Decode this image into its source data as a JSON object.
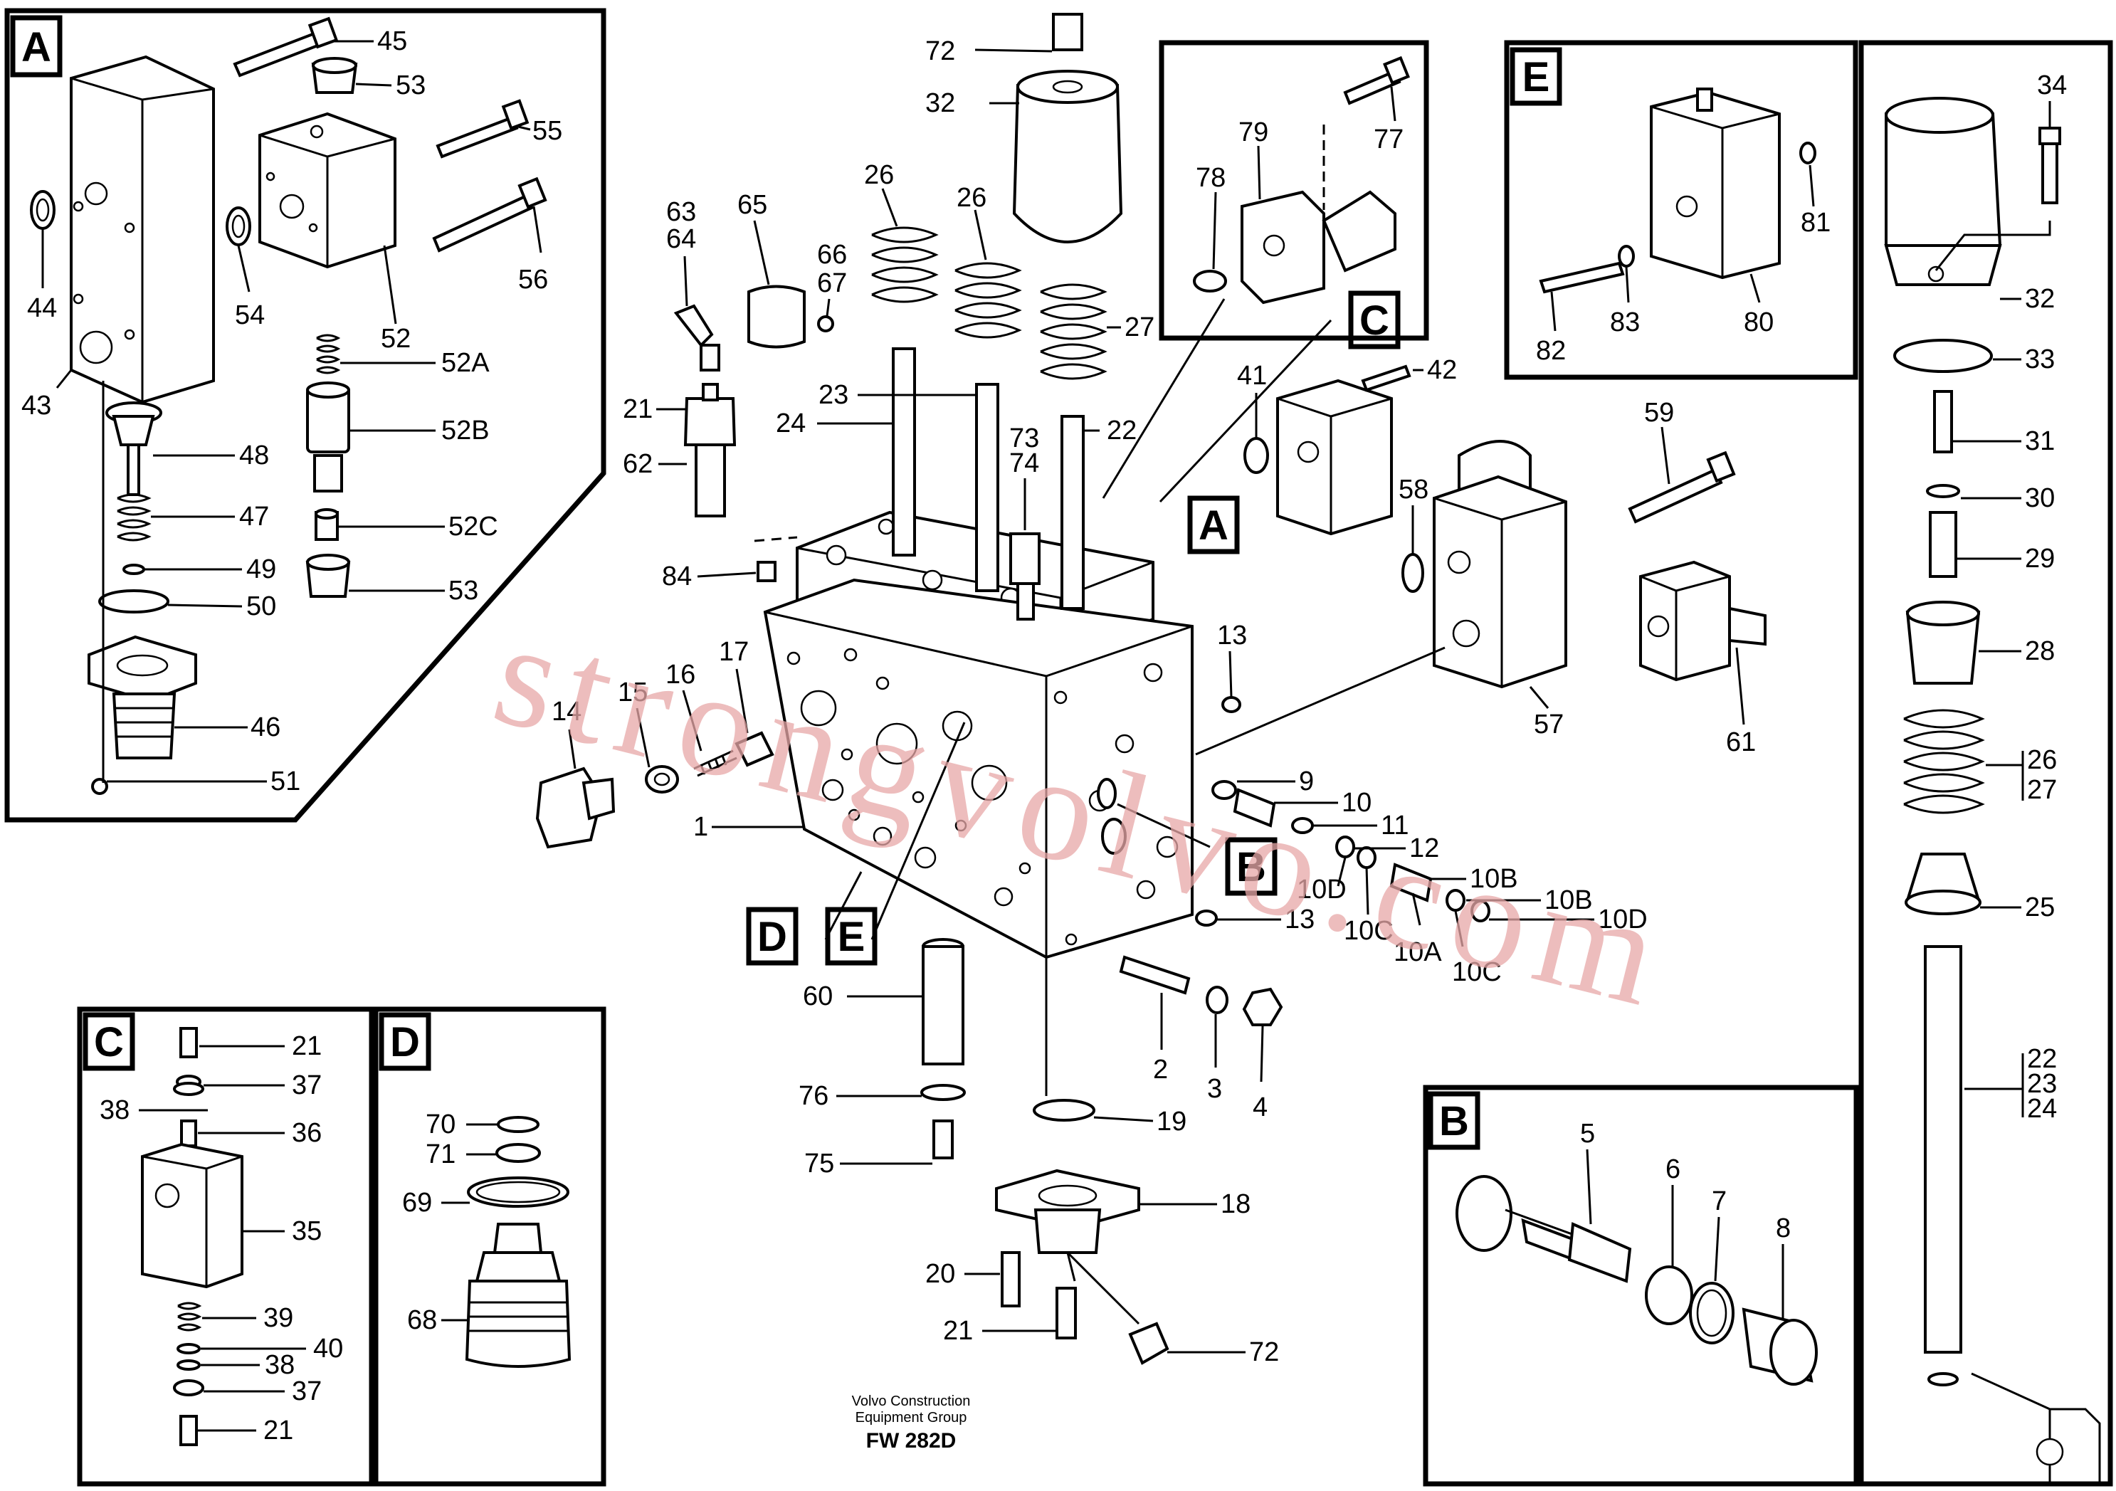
{
  "diagram": {
    "caption": {
      "line1": "Volvo Construction",
      "line2": "Equipment Group",
      "code": "FW 282D"
    },
    "watermark": "strongvolvo.com",
    "insets": [
      {
        "letter": "A"
      },
      {
        "letter": "B"
      },
      {
        "letter": "C"
      },
      {
        "letter": "D"
      },
      {
        "letter": "E"
      }
    ],
    "callout_letters": {
      "A": "A",
      "B": "B",
      "C": "C",
      "D": "D",
      "E": "E"
    },
    "part_numbers": {
      "p45": "45",
      "p53a": "53",
      "p55": "55",
      "p56": "56",
      "p44": "44",
      "p54": "54",
      "p52": "52",
      "p43": "43",
      "p52A": "52A",
      "p52B": "52B",
      "p48": "48",
      "p47": "47",
      "p52C": "52C",
      "p49": "49",
      "p50": "50",
      "p53b": "53",
      "p46": "46",
      "p51": "51",
      "p72a": "72",
      "p32a": "32",
      "p26a": "26",
      "p26b": "26",
      "p63": "63",
      "p64": "64",
      "p65": "65",
      "p66": "66",
      "p67": "67",
      "p27": "27",
      "p21a": "21",
      "p62": "62",
      "p23": "23",
      "p24": "24",
      "p73": "73",
      "p74": "74",
      "p22": "22",
      "p84": "84",
      "p79": "79",
      "p78": "78",
      "p77": "77",
      "p41": "41",
      "p42": "42",
      "p81": "81",
      "p82": "82",
      "p83": "83",
      "p80": "80",
      "p59": "59",
      "p58": "58",
      "p57": "57",
      "p61": "61",
      "p13a": "13",
      "p14": "14",
      "p15": "15",
      "p16": "16",
      "p17": "17",
      "p1": "1",
      "p9": "9",
      "p10": "10",
      "p11": "11",
      "p12": "12",
      "p10B1": "10B",
      "p10D1": "10D",
      "p10C1": "10C",
      "p10A": "10A",
      "p10B2": "10B",
      "p10D2": "10D",
      "p10C2": "10C",
      "p13b": "13",
      "p60": "60",
      "p76": "76",
      "p75": "75",
      "p2": "2",
      "p3": "3",
      "p4": "4",
      "p19": "19",
      "p18": "18",
      "p20": "20",
      "p21b": "21",
      "p72b": "72",
      "p34": "34",
      "p32b": "32",
      "p33": "33",
      "p31": "31",
      "p30": "30",
      "p29": "29",
      "p28": "28",
      "p26c": "26",
      "p27b": "27",
      "p25": "25",
      "p22b": "22",
      "p23b": "23",
      "p24b": "24",
      "c21a": "21",
      "c37a": "37",
      "c38a": "38",
      "c36": "36",
      "c35": "35",
      "c39": "39",
      "c40": "40",
      "c38b": "38",
      "c37b": "37",
      "c21b": "21",
      "d70": "70",
      "d71": "71",
      "d69": "69",
      "d68": "68",
      "b5": "5",
      "b6": "6",
      "b7": "7",
      "b8": "8"
    }
  }
}
